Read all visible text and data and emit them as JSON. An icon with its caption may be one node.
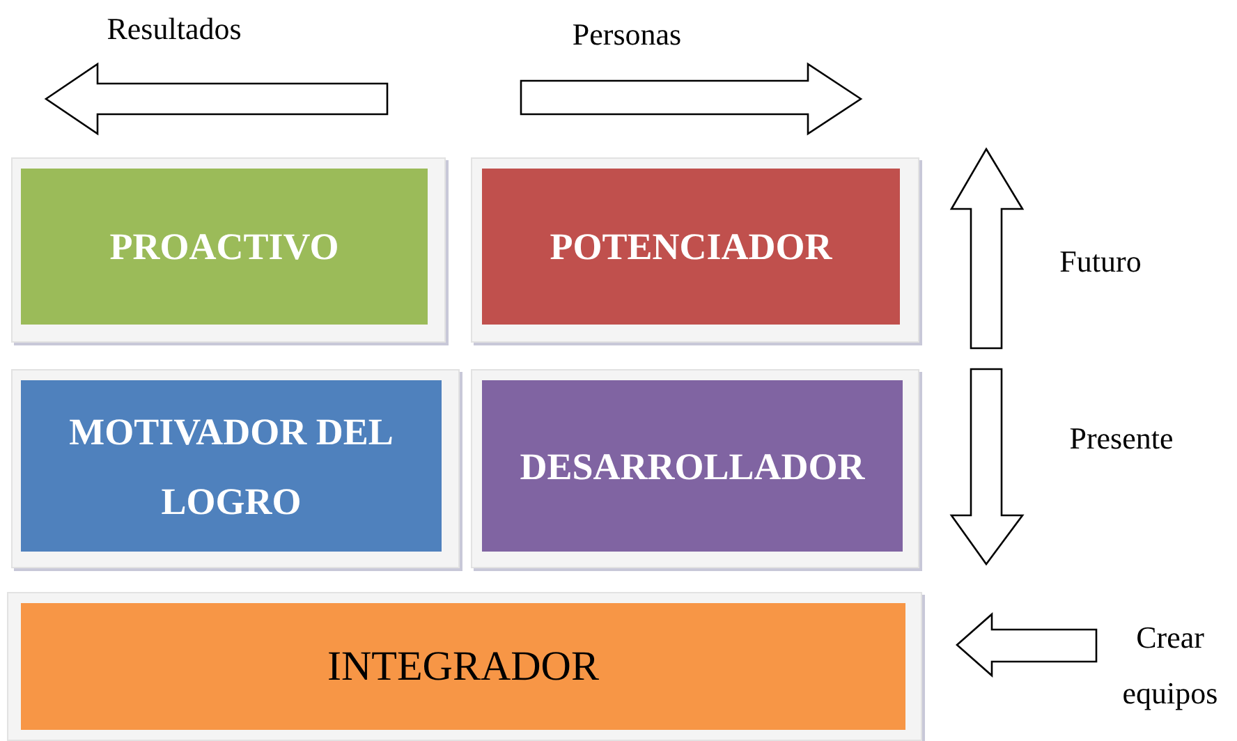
{
  "diagram": {
    "nodes": [
      {
        "text": [
          "PROACTIVO"
        ]
      },
      {
        "text": [
          "POTENCIADOR"
        ]
      },
      {
        "text": [
          "MOTIVADOR DEL LOGRO"
        ]
      },
      {
        "text": [
          "DESARROLLADOR"
        ]
      },
      {
        "text": [
          "INTEGRADOR"
        ]
      }
    ],
    "labels": [
      "Resultados",
      "Personas",
      "Futuro",
      "Presente",
      "Crear equipos"
    ]
  }
}
